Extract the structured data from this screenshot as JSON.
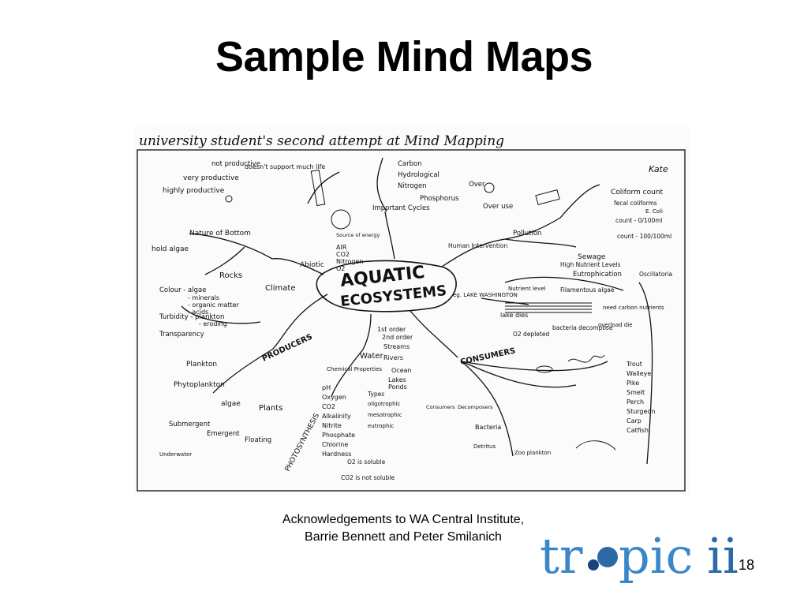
{
  "slide": {
    "title": "Sample Mind Maps",
    "acknowledgement": "Acknowledgements to WA Central Institute, Barrie Bennett and Peter Smilanich",
    "page_number": "18"
  },
  "logo": {
    "text_left": "tr",
    "text_mid": "pic",
    "text_right": "ii",
    "colors": {
      "blue": "#3a86c8",
      "navy": "#14457c",
      "mid": "#2c6aa7"
    }
  },
  "mind_map": {
    "heading": "university student's second attempt at Mind Mapping",
    "center": [
      "AQUATIC",
      "ECOSYSTEMS"
    ],
    "corner_note": "Kate",
    "branches": {
      "top_left": [
        "very productive",
        "not productive",
        "doesn't support much life",
        "highly productive",
        "Nature of Bottom",
        "hold algae",
        "Rocks",
        "Climate",
        "Abiotic"
      ],
      "water_qualities": [
        "Colour - algae",
        "- minerals",
        "- organic matter",
        "- acids",
        "Turbidity - plankton",
        "- eroding",
        "Transparency"
      ],
      "producers": [
        "PRODUCERS",
        "Plankton",
        "Phytoplankton",
        "algae",
        "Plants",
        "Submergent",
        "Emergent",
        "Floating",
        "Underwater",
        "PHOTOSYNTHESIS"
      ],
      "cycles": [
        "Carbon",
        "Hydrological",
        "Nitrogen",
        "Phosphorus",
        "Important Cycles",
        "Source of energy",
        "AIR",
        "CO2",
        "Nitrogen",
        "O2"
      ],
      "water": [
        "Water",
        "1st order",
        "2nd order",
        "Streams",
        "Rivers",
        "Ocean",
        "Lakes",
        "Ponds",
        "Chemical Properties",
        "pH",
        "Oxygen",
        "CO2",
        "Alkalinity",
        "Nitrite",
        "Phosphate",
        "Chlorine",
        "Hardness",
        "Types",
        "oligotrophic",
        "mesotrophic",
        "eutrophic",
        "O2 is soluble",
        "CO2 is not soluble"
      ],
      "human": [
        "Over",
        "Over use",
        "Human Intervention",
        "Pollution",
        "Coliform count",
        "fecal coliforms",
        "E. Coli",
        "count - 0/100ml",
        "count - 100/100ml",
        "Sewage",
        "High Nutrient Levels",
        "Eutrophication",
        "Oscillatoria"
      ],
      "lake": [
        "eg. LAKE WASHINGTON",
        "Nutrient level",
        "Filamentous algae",
        "need carbon nutrients",
        "lake dies",
        "bacteria decompose",
        "O2 depleted",
        "overload die"
      ],
      "consumers": [
        "CONSUMERS",
        "Consumers",
        "Decomposers",
        "Bacteria",
        "Detritus",
        "Zoo plankton",
        "Trout",
        "Walleye",
        "Pike",
        "Smelt",
        "Perch",
        "Sturgeon",
        "Carp",
        "Catfish"
      ]
    }
  }
}
